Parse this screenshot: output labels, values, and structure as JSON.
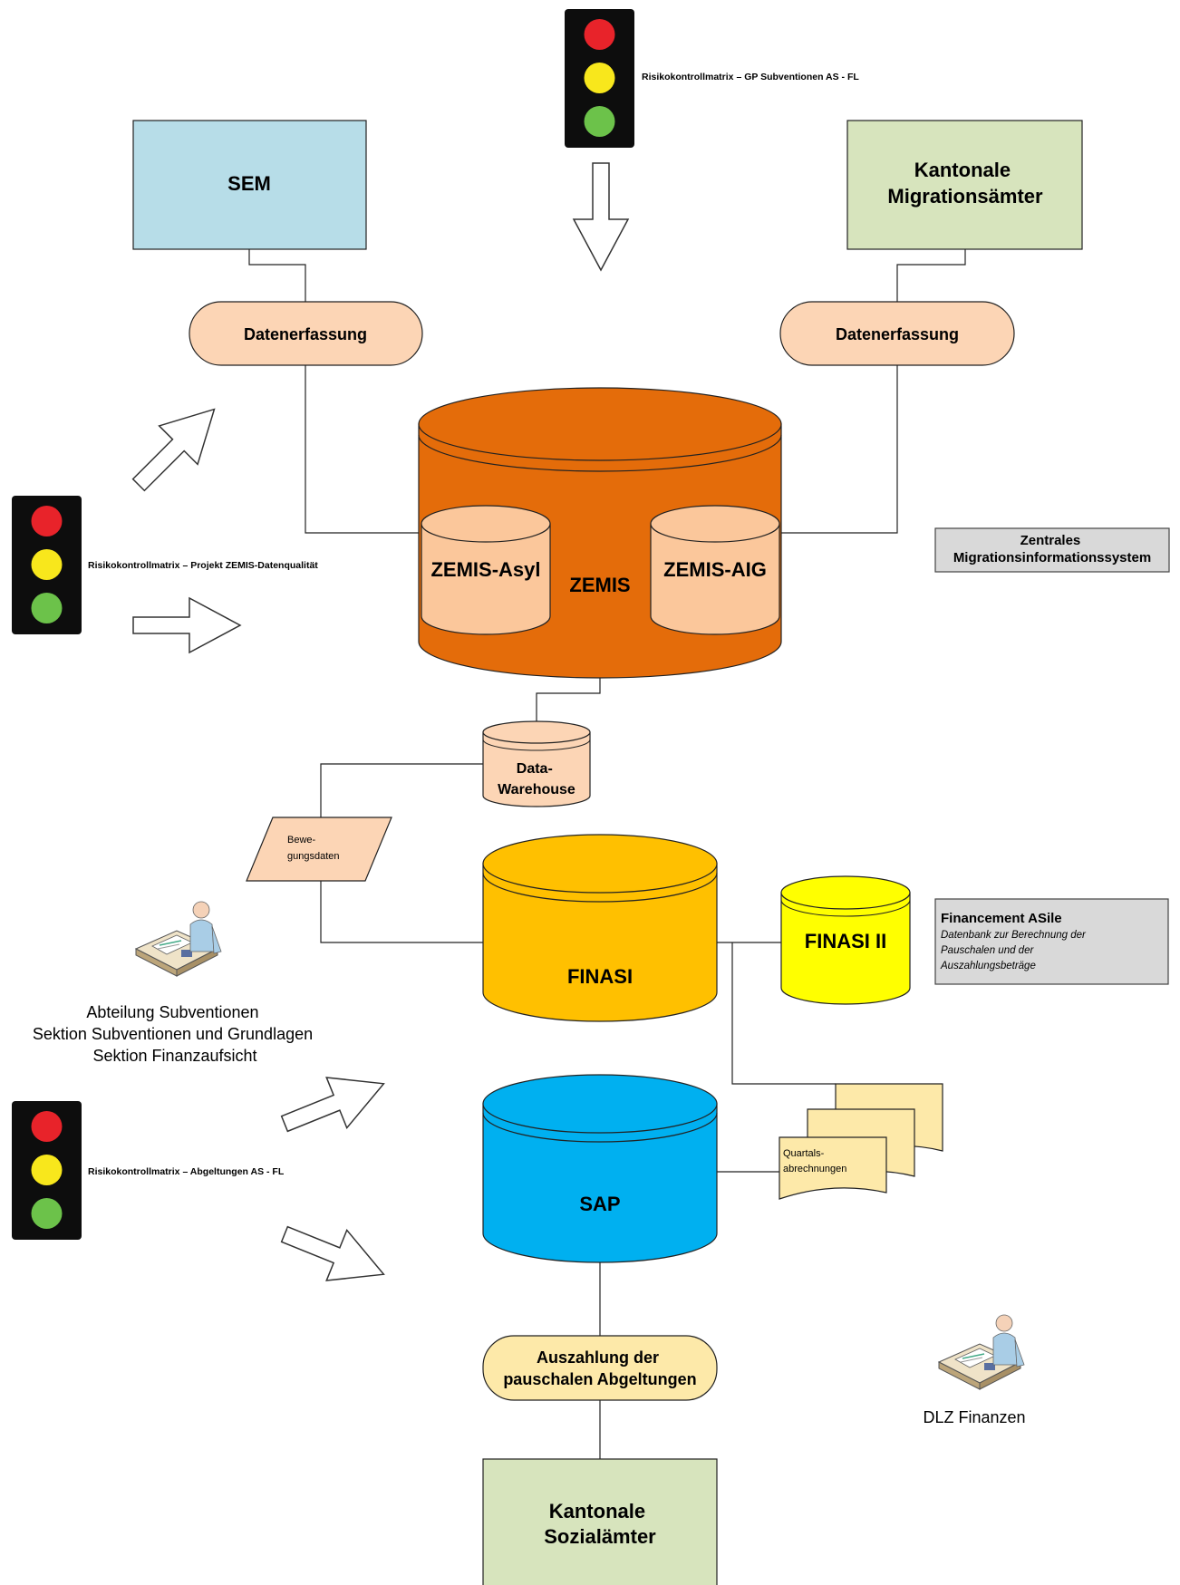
{
  "nodes": {
    "sem": "SEM",
    "kantonale_migrationsaemter": [
      "Kantonale",
      "Migrationsämter"
    ],
    "datenerfassung_left": "Datenerfassung",
    "datenerfassung_right": "Datenerfassung",
    "zemis": "ZEMIS",
    "zemis_asyl": "ZEMIS-Asyl",
    "zemis_aig": "ZEMIS-AIG",
    "zemis_note": [
      "Zentrales",
      "Migrationsinformationssystem"
    ],
    "data_warehouse": [
      "Data-",
      "Warehouse"
    ],
    "bewegungsdaten": [
      "Bewe-",
      "gungsdaten"
    ],
    "finasi": "FINASI",
    "finasi_ii": "FINASI II",
    "finasi_note_title": "Financement ASile",
    "finasi_note_lines": [
      "Datenbank zur Berechnung der",
      "Pauschalen und der",
      "Auszahlungsbeträge"
    ],
    "sap": "SAP",
    "quartalsabrechnungen": [
      "Quartals-",
      "abrechnungen"
    ],
    "auszahlung": [
      "Auszahlung der",
      "pauschalen Abgeltungen"
    ],
    "kantonale_sozialaemter": [
      "Kantonale",
      "Sozialämter"
    ]
  },
  "risk_controls": {
    "top": "Risikokontrollmatrix – GP Subventionen AS - FL",
    "middle": "Risikokontrollmatrix – Projekt ZEMIS-Datenqualität",
    "bottom": "Risikokontrollmatrix – Abgeltungen AS - FL"
  },
  "actors": {
    "abteilung": [
      "Abteilung Subventionen",
      "Sektion Subventionen und Grundlagen",
      "Sektion Finanzaufsicht"
    ],
    "dlz": "DLZ Finanzen"
  },
  "icons": {
    "traffic_light": "traffic-light-icon",
    "arrow": "hollow-arrow-icon",
    "worker": "desk-worker-icon"
  },
  "colors": {
    "sem_fill": "#b7dde8",
    "kantone_fill": "#d7e4bd",
    "peach": "#fcd5b5",
    "zemis_orange": "#e46c0a",
    "finasi_gold": "#ffc000",
    "finasi_ii_yellow": "#ffff00",
    "sap_blue": "#00b0f0",
    "note_grey": "#d9d9d9",
    "doc_yellow": "#fde9a9",
    "light_red": "#e8232a",
    "light_yellow": "#f8e71c",
    "light_green": "#6cc24a"
  }
}
